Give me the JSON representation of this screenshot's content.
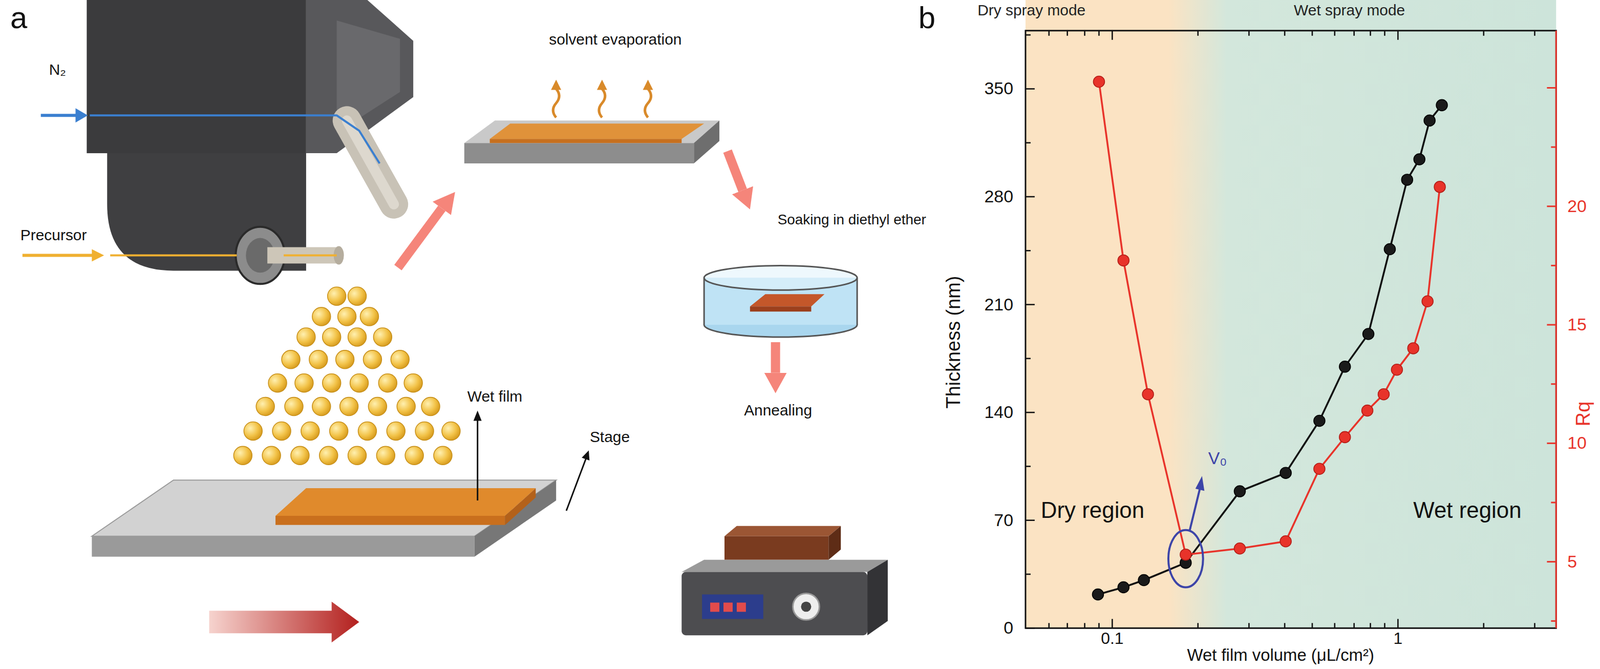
{
  "diagram": {
    "nodes": [
      {
        "text": [
          "solvent evaporation"
        ]
      },
      {
        "text": [
          "Soaking in diethyl ether"
        ]
      },
      {
        "text": [
          "Annealing"
        ]
      }
    ],
    "edges": [
      {
        "from": 0,
        "to": 1,
        "arrow": "to"
      },
      {
        "from": 1,
        "to": 2,
        "arrow": "to"
      }
    ],
    "labels": [
      "a",
      "N₂",
      "Precursor",
      "Wet film",
      "Stage",
      "b",
      "Dry spray mode",
      "Wet spray mode",
      "350",
      "280",
      "210",
      "140",
      "70",
      "0",
      "20",
      "15",
      "10",
      "5",
      "Thickness (nm)",
      "Rq",
      "0.1",
      "1",
      "Wet film volume (μL/cm²)",
      "V₀",
      "Dry region",
      "Wet region"
    ]
  }
}
